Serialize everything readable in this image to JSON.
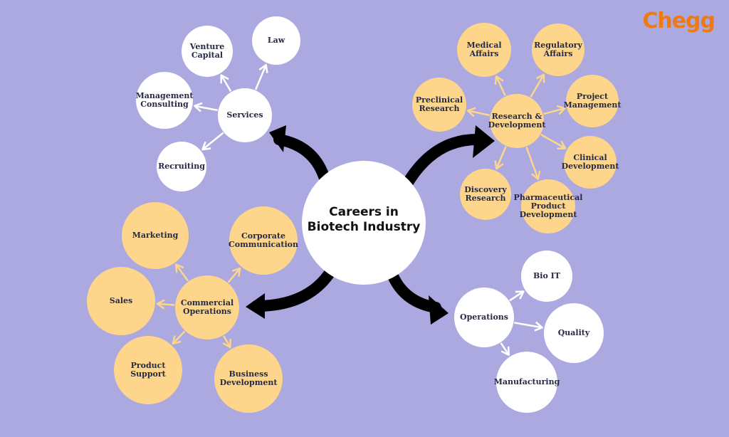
{
  "logo": "Chegg",
  "center": "Careers in Biotech Industry",
  "colors": {
    "background": "#aca8e0",
    "yellow": "#fdd68b",
    "white": "#ffffff",
    "arrow": "#000000",
    "logo": "#f07a12"
  },
  "branches": [
    {
      "hub": "Services",
      "style": "white",
      "children": [
        "Venture Capital",
        "Law",
        "Management Consulting",
        "Recruiting"
      ]
    },
    {
      "hub": "Research & Development",
      "style": "yellow",
      "children": [
        "Medical Affairs",
        "Regulatory Affairs",
        "Preclinical Research",
        "Project Management",
        "Clinical Development",
        "Discovery Research",
        "Pharmaceutical Product Development"
      ]
    },
    {
      "hub": "Commercial Operations",
      "style": "yellow",
      "children": [
        "Marketing",
        "Corporate Communication",
        "Sales",
        "Product Support",
        "Business Development"
      ]
    },
    {
      "hub": "Operations",
      "style": "white",
      "children": [
        "Bio IT",
        "Quality",
        "Manufacturing"
      ]
    }
  ]
}
